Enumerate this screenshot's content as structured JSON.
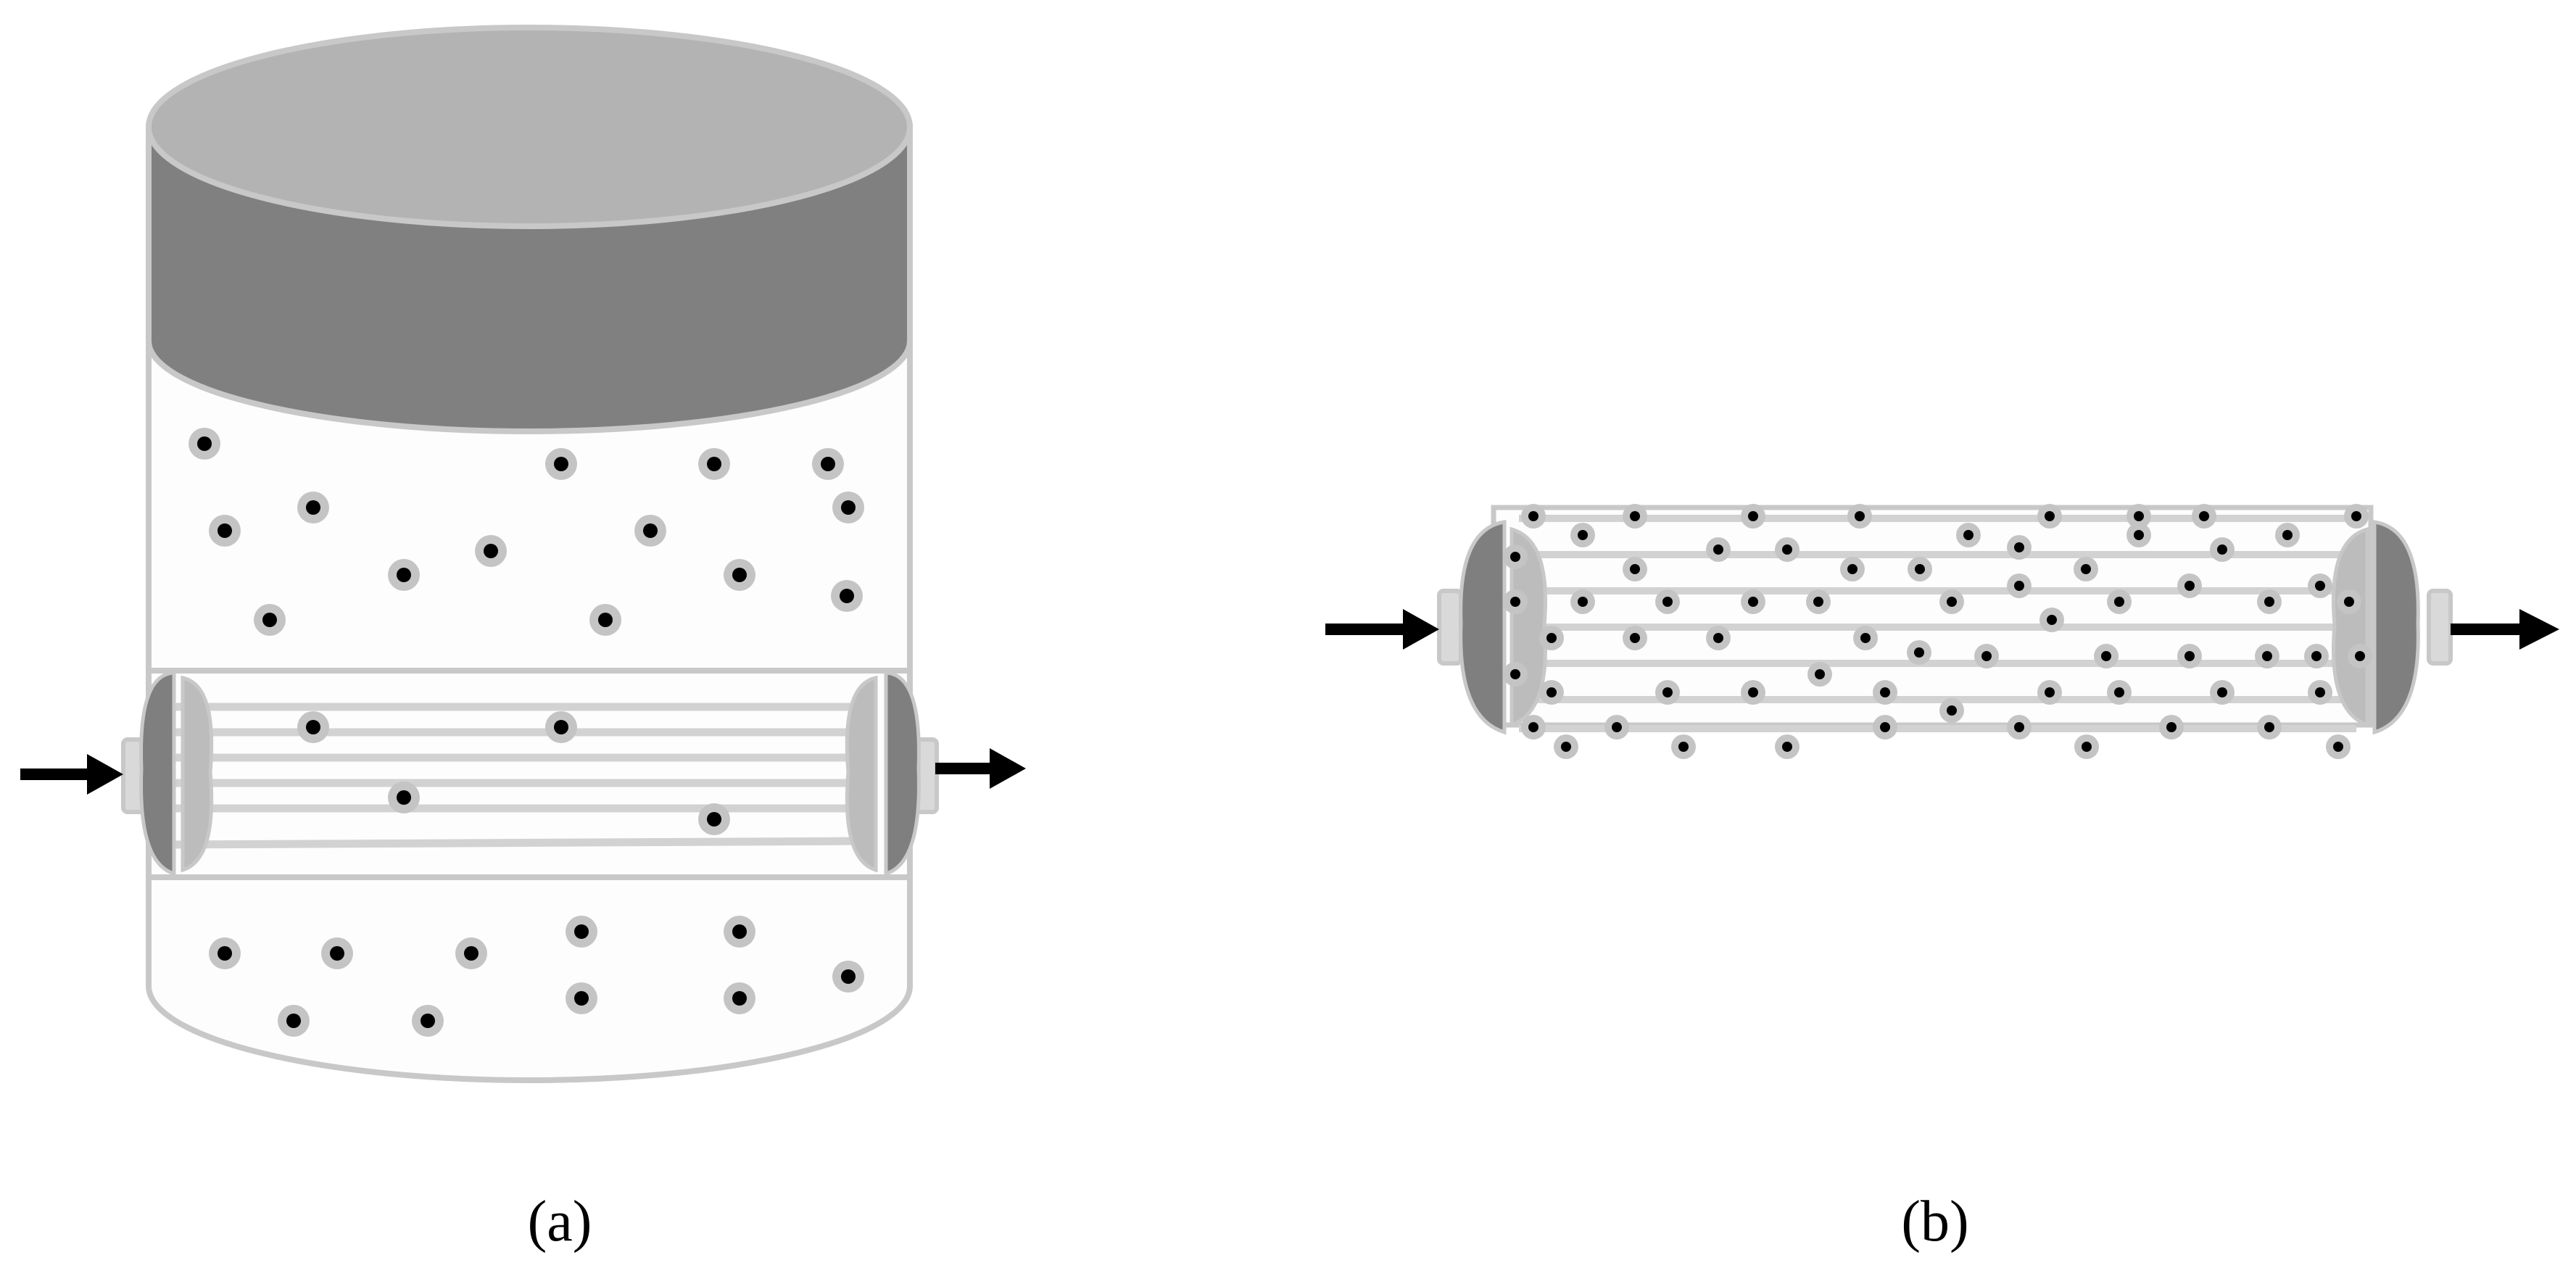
{
  "panels": [
    {
      "id": "a",
      "caption": "(a)"
    },
    {
      "id": "b",
      "caption": "(b)"
    }
  ],
  "colors": {
    "lid_top": "#b3b3b3",
    "lid_side": "#808080",
    "outline": "#c8c8c8",
    "tank_fill": "#fdfdfd",
    "fiber": "#d2d2d2",
    "end_cap_dark": "#7f7f7f",
    "end_cap_light": "#bcbcbc",
    "particle_halo": "#c4c4c4",
    "particle_core": "#000000",
    "arrow": "#000000"
  }
}
